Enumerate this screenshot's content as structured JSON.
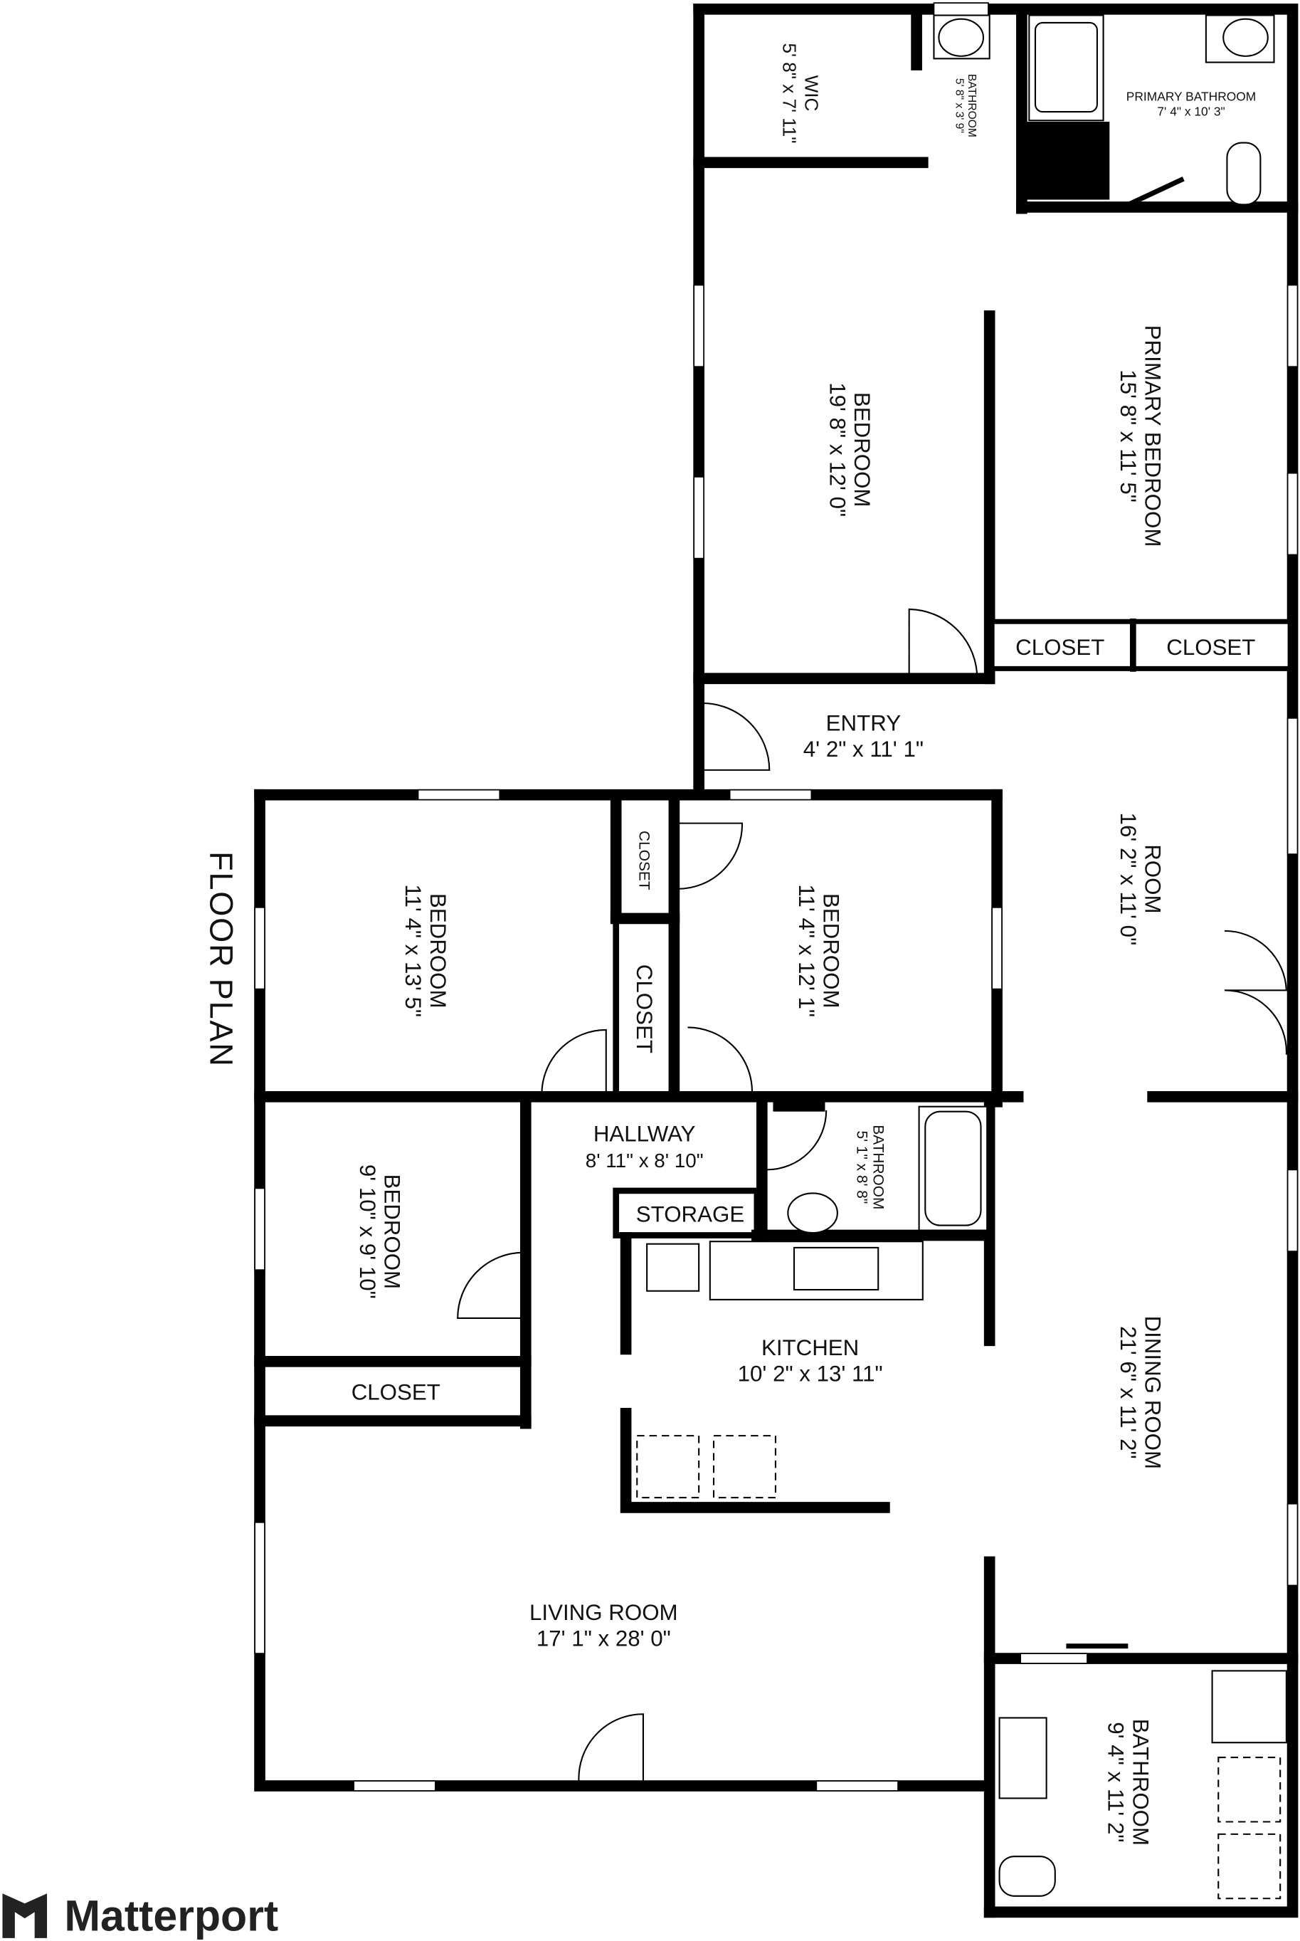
{
  "title": "FLOOR PLAN",
  "brand": "Matterport",
  "rooms": [
    {
      "name": "WIC",
      "dims": "5' 8\" x 7' 11\""
    },
    {
      "name": "BATHROOM",
      "dims": "5' 8\" x 3' 9\""
    },
    {
      "name": "PRIMARY BATHROOM",
      "dims": "7' 4\" x 10' 3\""
    },
    {
      "name": "BEDROOM",
      "dims": "19' 8\" x 12' 0\""
    },
    {
      "name": "PRIMARY BEDROOM",
      "dims": "15' 8\" x 11' 5\""
    },
    {
      "name": "CLOSET"
    },
    {
      "name": "CLOSET"
    },
    {
      "name": "ENTRY",
      "dims": "4' 2\" x 11' 1\""
    },
    {
      "name": "ROOM",
      "dims": "16' 2\" x 11' 0\""
    },
    {
      "name": "BEDROOM",
      "dims": "11' 4\" x 13' 5\""
    },
    {
      "name": "CLOSET"
    },
    {
      "name": "CLOSET"
    },
    {
      "name": "BEDROOM",
      "dims": "11' 4\" x 12' 1\""
    },
    {
      "name": "HALLWAY",
      "dims": "8' 11\" x 8' 10\""
    },
    {
      "name": "BATHROOM",
      "dims": "5' 1\" x 8' 8\""
    },
    {
      "name": "STORAGE"
    },
    {
      "name": "BEDROOM",
      "dims": "9' 10\" x 9' 10\""
    },
    {
      "name": "CLOSET"
    },
    {
      "name": "KITCHEN",
      "dims": "10' 2\" x 13' 11\""
    },
    {
      "name": "DINING ROOM",
      "dims": "21' 6\" x 11' 2\""
    },
    {
      "name": "LIVING ROOM",
      "dims": "17' 1\" x 28' 0\""
    },
    {
      "name": "BATHROOM",
      "dims": "9' 4\" x 11' 2\""
    }
  ]
}
